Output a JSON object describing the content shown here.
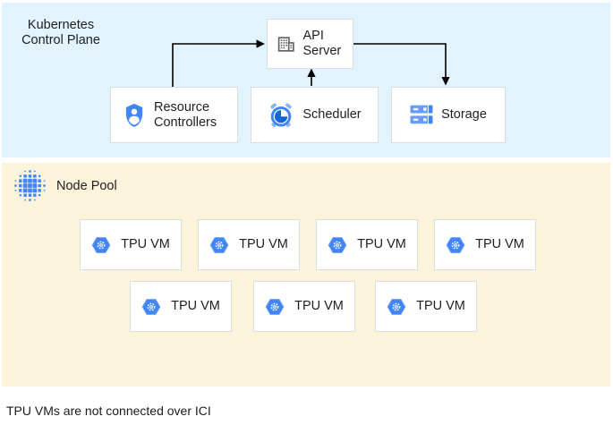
{
  "control_plane": {
    "label": "Kubernetes Control Plane",
    "api_server": "API Server",
    "resource_controllers": "Resource Controllers",
    "scheduler": "Scheduler",
    "storage": "Storage"
  },
  "node_pool": {
    "label": "Node Pool",
    "vm_label": "TPU VM",
    "vm_count": 7
  },
  "caption": "TPU VMs are not connected over ICI",
  "icons": {
    "api_server": "building-icon",
    "resource_controllers": "shield-user-icon",
    "scheduler": "alarm-clock-icon",
    "storage": "storage-stack-icon",
    "node_pool": "dot-grid-icon",
    "tpu_vm": "tpu-hexagon-icon"
  },
  "colors": {
    "control_plane_bg": "#e1f3fc",
    "node_pool_bg": "#fcf4da",
    "box_border": "#dadce0",
    "box_bg": "#ffffff",
    "google_blue": "#4285f4",
    "blue_light": "#8ab4f8",
    "blue_mid": "#669df6",
    "blue_dark": "#1967d2",
    "icon_gray": "#5f6368",
    "arrow": "#000000",
    "text": "#1f1f1f"
  }
}
